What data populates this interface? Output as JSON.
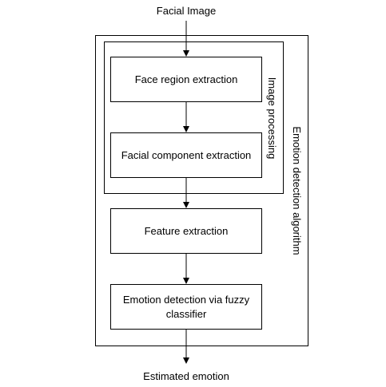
{
  "diagram": {
    "input_label": "Facial Image",
    "output_label": "Estimated emotion",
    "outer_group_label": "Emotion detection algorithm",
    "inner_group_label": "Image processing",
    "steps": [
      "Face region extraction",
      "Facial component extraction",
      "Feature extraction",
      "Emotion detection via fuzzy classifier"
    ]
  }
}
